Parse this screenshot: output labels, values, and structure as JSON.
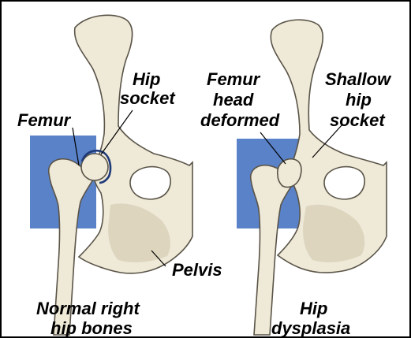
{
  "colors": {
    "frame": "#000000",
    "background": "#ffffff",
    "blue_block": "#5a82c8",
    "bone_fill": "#efe9d8",
    "bone_shade": "#d8cfb8",
    "bone_outline": "#5a5448",
    "socket_outline": "#1f3a78"
  },
  "left_panel": {
    "labels": {
      "hip_socket_1": "Hip",
      "hip_socket_2": "socket",
      "femur": "Femur",
      "pelvis": "Pelvis"
    },
    "caption_1": "Normal right",
    "caption_2": "hip bones"
  },
  "right_panel": {
    "labels": {
      "femur_head_1": "Femur",
      "femur_head_2": "head",
      "femur_head_3": "deformed",
      "shallow_1": "Shallow",
      "shallow_2": "hip",
      "shallow_3": "socket"
    },
    "caption_1": "Hip",
    "caption_2": "dysplasia"
  }
}
